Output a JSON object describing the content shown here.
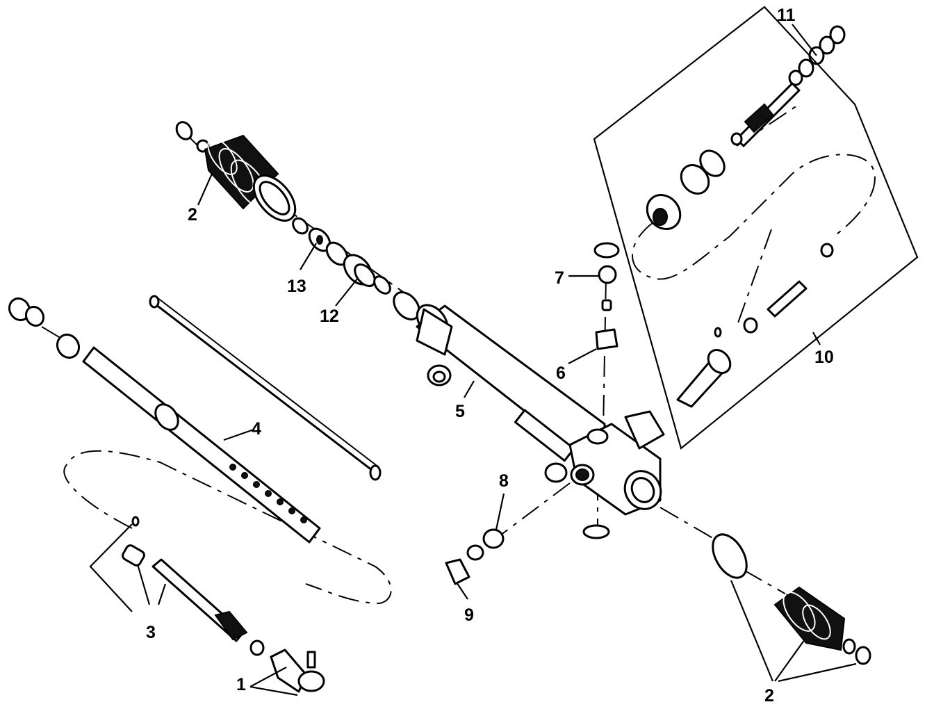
{
  "diagram": {
    "callouts": {
      "c1": "1",
      "c2a": "2",
      "c2b": "2",
      "c3": "3",
      "c4": "4",
      "c5": "5",
      "c6": "6",
      "c7": "7",
      "c8": "8",
      "c9": "9",
      "c10": "10",
      "c11": "11",
      "c12": "12",
      "c13": "13"
    }
  }
}
